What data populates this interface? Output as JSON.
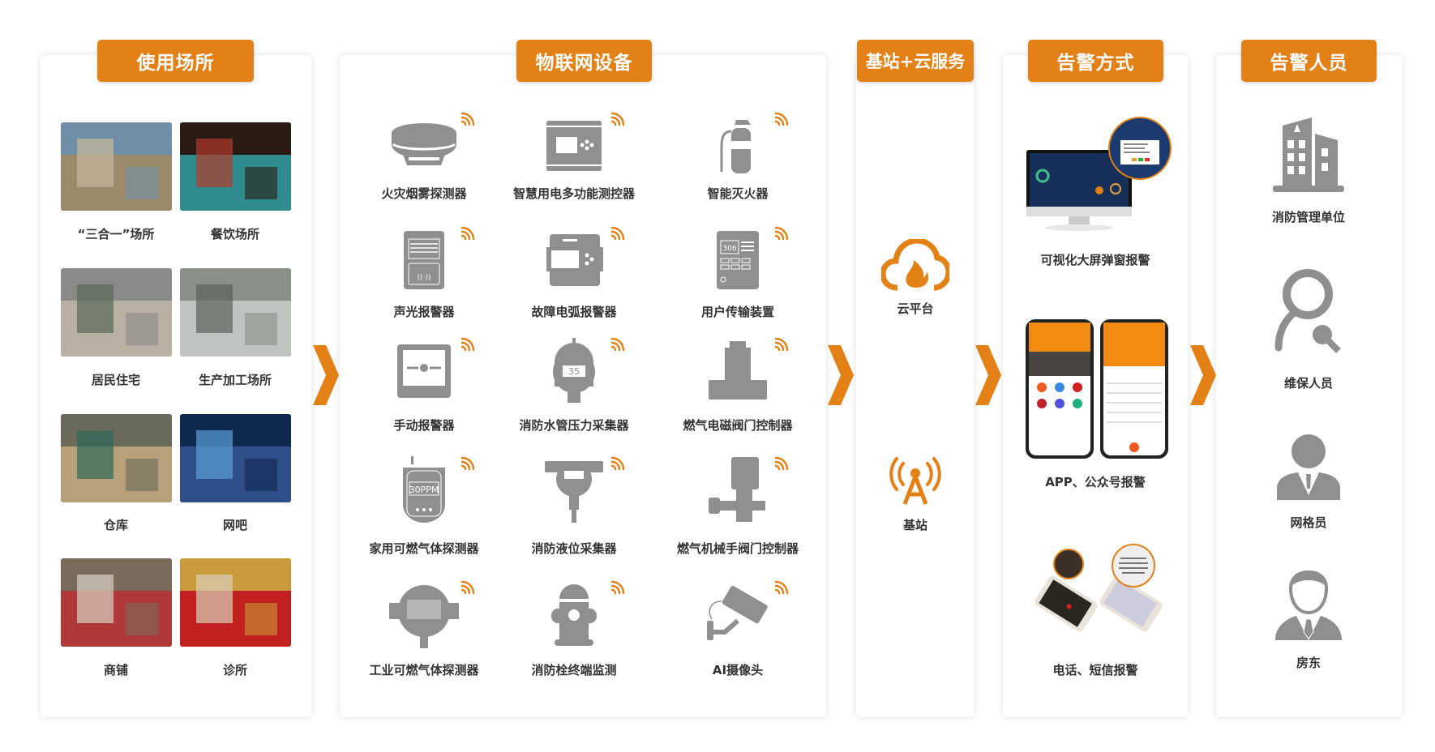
{
  "colors": {
    "accent": "#e38016",
    "icon_gray": "#8f8f8f",
    "text": "#333333"
  },
  "sections": {
    "places": {
      "title": "使用场所",
      "items": [
        {
          "label": "“三合一”场所",
          "image": "photo-street-board"
        },
        {
          "label": "餐饮场所",
          "image": "photo-restaurant"
        },
        {
          "label": "居民住宅",
          "image": "photo-residential"
        },
        {
          "label": "生产加工场所",
          "image": "photo-factory"
        },
        {
          "label": "仓库",
          "image": "photo-warehouse"
        },
        {
          "label": "网吧",
          "image": "photo-internet-cafe"
        },
        {
          "label": "商铺",
          "image": "photo-shops"
        },
        {
          "label": "诊所",
          "image": "photo-clinic"
        }
      ]
    },
    "devices": {
      "title": "物联网设备",
      "items": [
        {
          "label": "火灾烟雾探测器",
          "icon": "smoke-detector-icon"
        },
        {
          "label": "智慧用电多功能测控器",
          "icon": "power-monitor-icon"
        },
        {
          "label": "智能灭火器",
          "icon": "fire-extinguisher-icon"
        },
        {
          "label": "声光报警器",
          "icon": "sound-light-alarm-icon"
        },
        {
          "label": "故障电弧报警器",
          "icon": "arc-fault-alarm-icon"
        },
        {
          "label": "用户传输装置",
          "icon": "user-transmission-icon"
        },
        {
          "label": "手动报警器",
          "icon": "manual-call-point-icon"
        },
        {
          "label": "消防水管压力采集器",
          "icon": "pressure-gauge-icon"
        },
        {
          "label": "燃气电磁阀门控制器",
          "icon": "solenoid-valve-icon"
        },
        {
          "label": "家用可燃气体探测器",
          "icon": "home-gas-detector-icon"
        },
        {
          "label": "消防液位采集器",
          "icon": "level-sensor-icon"
        },
        {
          "label": "燃气机械手阀门控制器",
          "icon": "valve-manipulator-icon"
        },
        {
          "label": "工业可燃气体探测器",
          "icon": "industrial-gas-detector-icon"
        },
        {
          "label": "消防栓终端监测",
          "icon": "fire-hydrant-icon"
        },
        {
          "label": "AI摄像头",
          "icon": "camera-icon"
        }
      ],
      "readouts": {
        "gauge": "35",
        "gas": "30PPM",
        "transmitter": "306"
      }
    },
    "cloud": {
      "title": "基站+云服务",
      "items": [
        {
          "label": "云平台",
          "icon": "cloud-fire-icon"
        },
        {
          "label": "基站",
          "icon": "antenna-icon"
        }
      ]
    },
    "alerts": {
      "title": "告警方式",
      "items": [
        {
          "label": "可视化大屏弹窗报警",
          "image": "monitor-dashboard-image"
        },
        {
          "label": "APP、公众号报警",
          "image": "app-phones-image"
        },
        {
          "label": "电话、短信报警",
          "image": "phone-sms-image"
        }
      ]
    },
    "people": {
      "title": "告警人员",
      "items": [
        {
          "label": "消防管理单位",
          "icon": "building-icon"
        },
        {
          "label": "维保人员",
          "icon": "maintenance-wrench-icon"
        },
        {
          "label": "网格员",
          "icon": "person-tie-icon"
        },
        {
          "label": "房东",
          "icon": "landlord-icon"
        }
      ]
    }
  }
}
